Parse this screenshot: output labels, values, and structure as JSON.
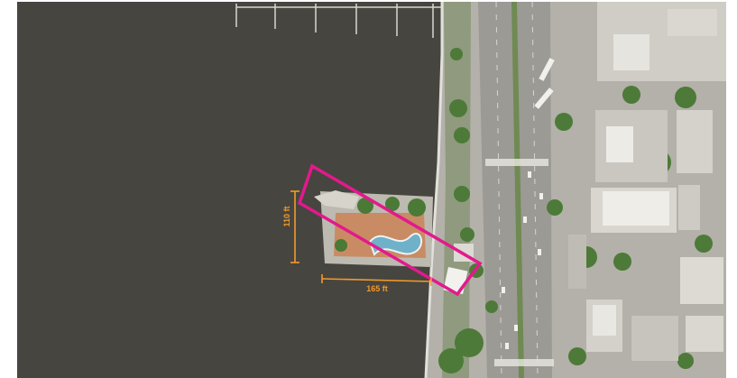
{
  "map": {
    "type": "aerial-satellite",
    "colors": {
      "water": "#4a4842",
      "land": "#b7b5ad",
      "road": "#9d9b95",
      "trees": "#4f7a3a",
      "highlight": "#e3198d",
      "dimension": "#f39a2b"
    },
    "dimensions": {
      "height_label": "110 ft",
      "width_label": "165 ft"
    }
  }
}
